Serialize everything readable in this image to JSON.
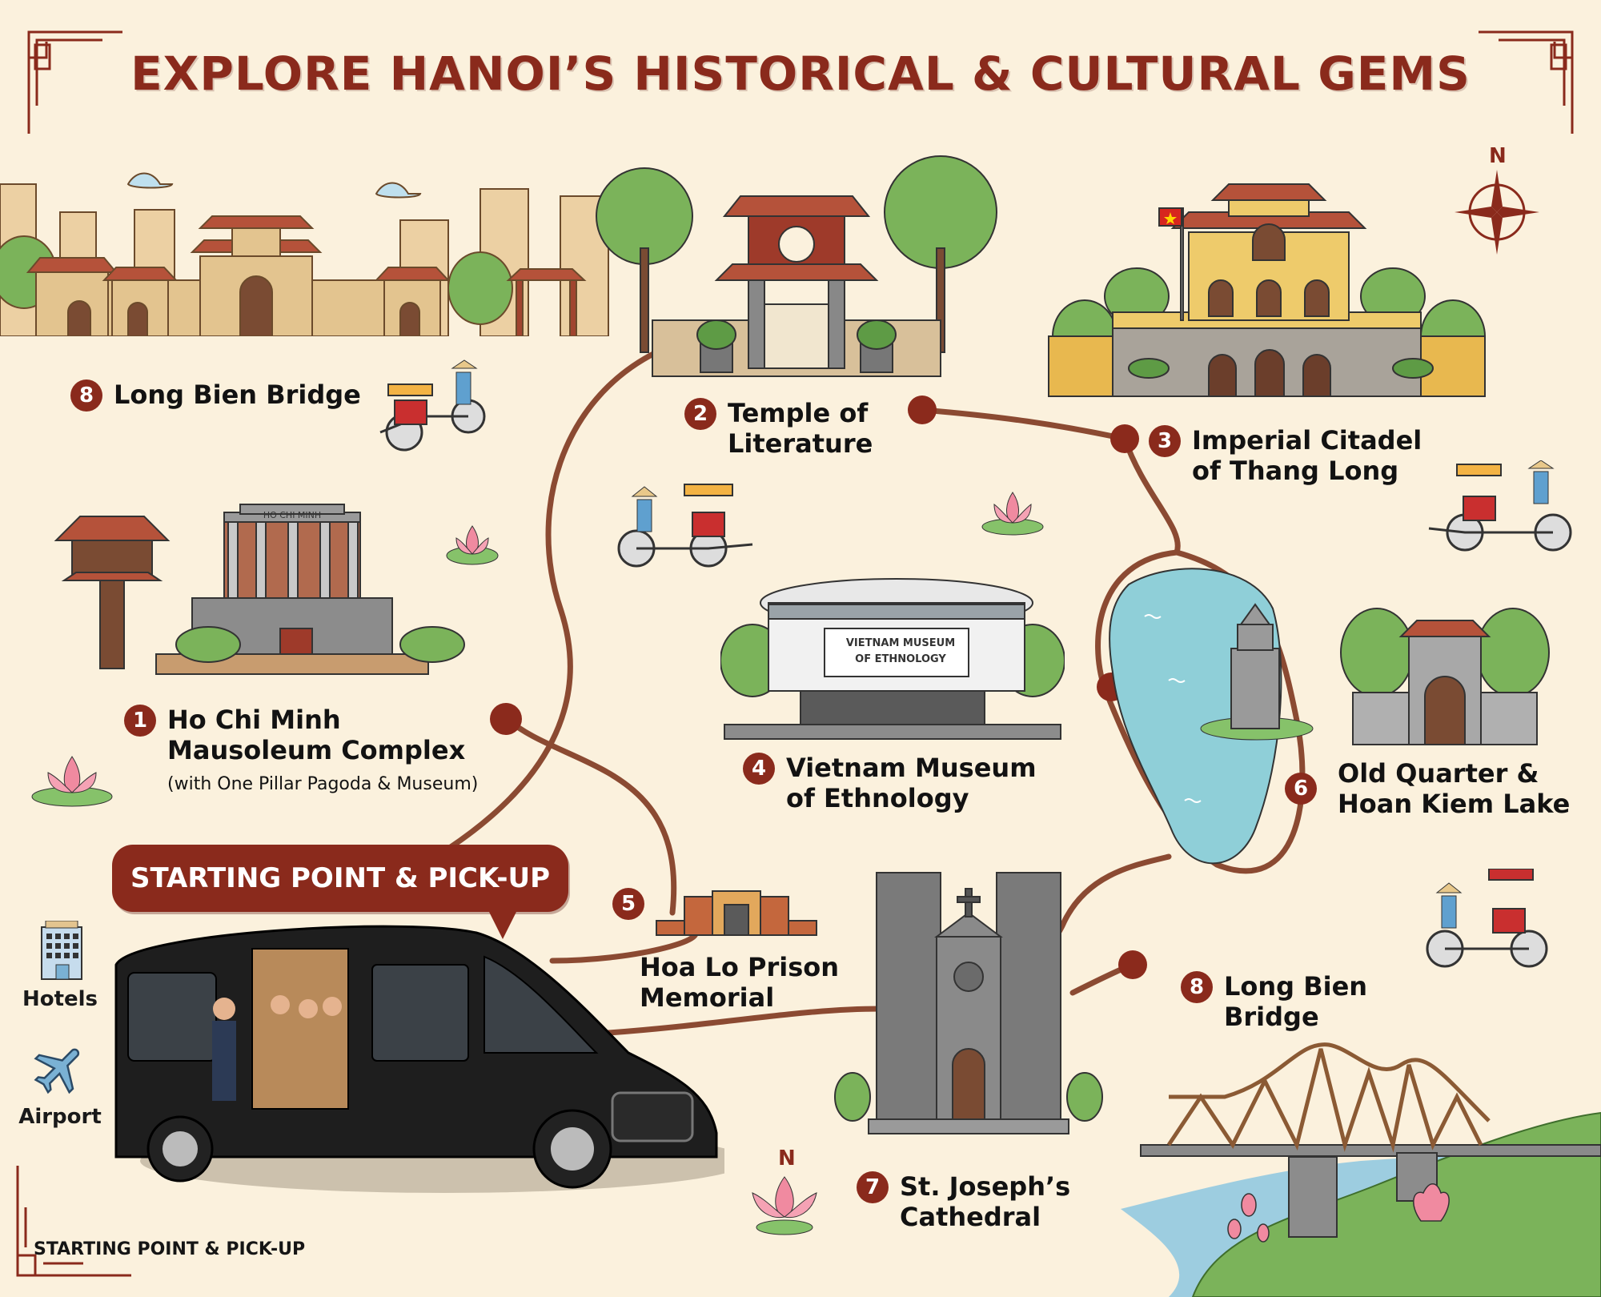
{
  "title": "EXPLORE HANOI’S HISTORICAL & CULTURAL GEMS",
  "compass": {
    "north_label": "N",
    "icon": "compass-rose-icon"
  },
  "lotus_compass": {
    "north_label": "N",
    "icon": "lotus-icon"
  },
  "callout": {
    "label": "STARTING POINT & PICK-UP"
  },
  "pickup_points": [
    {
      "label": "Hotels",
      "icon": "hotel-icon"
    },
    {
      "label": "Airport",
      "icon": "airplane-icon"
    }
  ],
  "footer": {
    "label": "STARTING POINT & PICK-UP"
  },
  "stops": [
    {
      "number": "1",
      "name_line1": "Ho Chi Minh",
      "name_line2": "Mausoleum Complex",
      "note": "(with One Pillar Pagoda & Museum)",
      "building_sign": "HO CHI MINH"
    },
    {
      "number": "2",
      "name_line1": "Temple of",
      "name_line2": "Literature"
    },
    {
      "number": "3",
      "name_line1": "Imperial Citadel",
      "name_line2": "of Thang Long"
    },
    {
      "number": "4",
      "name_line1": "Vietnam Museum",
      "name_line2": "of Ethnology",
      "building_sign_line1": "VIETNAM MUSEUM",
      "building_sign_line2": "OF ETHNOLOGY"
    },
    {
      "number": "5",
      "name_line1": "Hoa Lo Prison",
      "name_line2": "Memorial"
    },
    {
      "number": "6",
      "name_line1": "Old Quarter &",
      "name_line2": "Hoan Kiem Lake"
    },
    {
      "number": "7",
      "name_line1": "St. Joseph’s",
      "name_line2": "Cathedral"
    },
    {
      "number": "8",
      "name_line1": "Long Bien",
      "name_line2": "Bridge"
    }
  ],
  "stop_8_top": {
    "number": "8",
    "name": "Long Bien Bridge"
  },
  "colors": {
    "background": "#fbf1dd",
    "accent": "#8a2a1c",
    "route": "#8b4a32",
    "water": "#8fcfd8",
    "tree": "#6aa84f",
    "roof": "#b5523a",
    "wall": "#e3c48f"
  }
}
